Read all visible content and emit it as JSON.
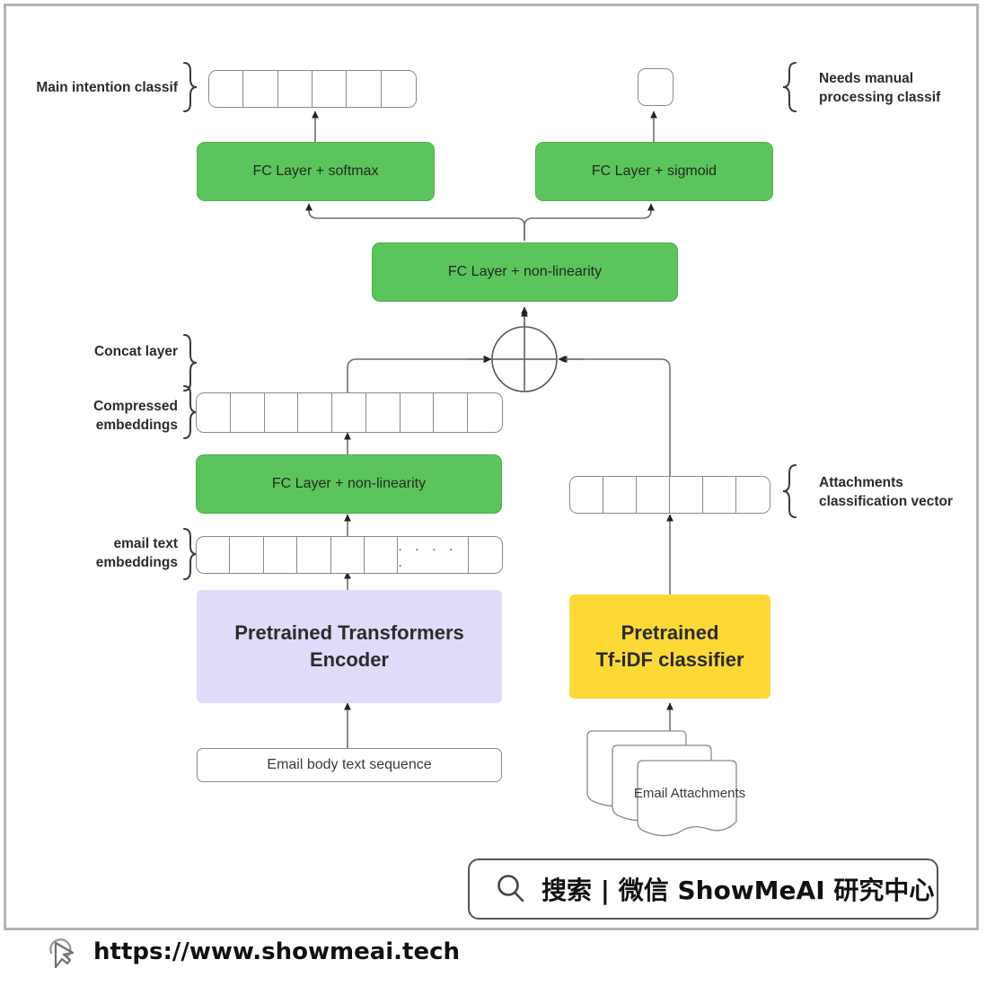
{
  "diagram": {
    "title": "Email multitask classification architecture",
    "colors": {
      "fc_green": "#5CC45C",
      "encoder_purple": "#DEDCF8",
      "tfidf_yellow": "#FDD936",
      "outline_gray": "#8a8a8a",
      "frame_gray": "#b4b4b4"
    },
    "labels": {
      "main_intention": "Main intention classif",
      "needs_manual": "Needs manual\nprocessing classif",
      "needs_manual_line1": "Needs manual",
      "needs_manual_line2": "processing classif",
      "concat_layer": "Concat layer",
      "compressed_line1": "Compressed",
      "compressed_line2": "embeddings",
      "email_text_line1": "email text",
      "email_text_line2": "embeddings",
      "attachments_line1": "Attachments",
      "attachments_line2": "classification vector"
    },
    "blocks": {
      "fc_softmax": "FC Layer + softmax",
      "fc_sigmoid": "FC Layer + sigmoid",
      "fc_nonlinearity_top": "FC Layer + non-linearity",
      "fc_nonlinearity_mid": "FC Layer + non-linearity",
      "encoder_line1": "Pretrained Transformers",
      "encoder_line2": "Encoder",
      "tfidf_line1": "Pretrained",
      "tfidf_line2": "Tf-iDF classifier",
      "email_body": "Email body text sequence",
      "email_attachments": "Email Attachments"
    },
    "vectors": {
      "main_intention_cells": 6,
      "needs_manual_cells": 1,
      "compressed_cells": 9,
      "email_text_cells": 8,
      "email_text_dots": ". . . . .",
      "attachments_cells": 6
    },
    "concat_operator": "+"
  },
  "watermark": {
    "search_icon": "search-icon",
    "text": "搜索 | 微信 ShowMeAI 研究中心",
    "url": "https://www.showmeai.tech",
    "cursor_icon": "cursor-arrow-icon"
  }
}
